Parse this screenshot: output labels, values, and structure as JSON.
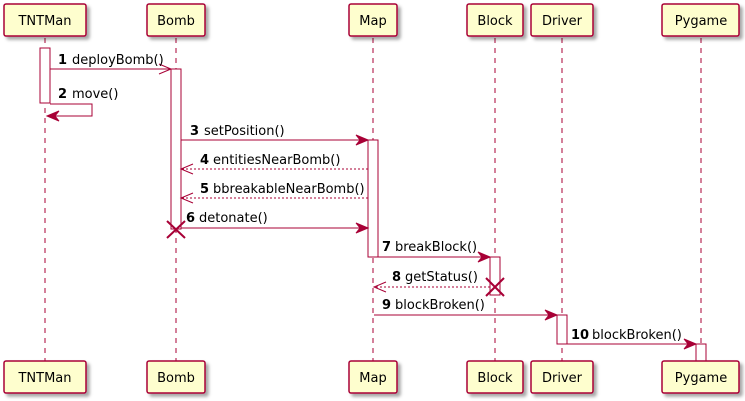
{
  "participants": [
    {
      "id": "tntman",
      "name": "TNTMan"
    },
    {
      "id": "bomb",
      "name": "Bomb"
    },
    {
      "id": "map",
      "name": "Map"
    },
    {
      "id": "block",
      "name": "Block"
    },
    {
      "id": "driver",
      "name": "Driver"
    },
    {
      "id": "pygame",
      "name": "Pygame"
    }
  ],
  "messages": [
    {
      "num": "1",
      "label": "deployBomb()",
      "from": "tntman",
      "to": "bomb",
      "style": "async"
    },
    {
      "num": "2",
      "label": "move()",
      "from": "tntman",
      "to": "tntman",
      "style": "self"
    },
    {
      "num": "3",
      "label": "setPosition()",
      "from": "bomb",
      "to": "map",
      "style": "sync"
    },
    {
      "num": "4",
      "label": "entitiesNearBomb()",
      "from": "map",
      "to": "bomb",
      "style": "return"
    },
    {
      "num": "5",
      "label": "bbreakableNearBomb()",
      "from": "map",
      "to": "bomb",
      "style": "return"
    },
    {
      "num": "6",
      "label": "detonate()",
      "from": "bomb",
      "to": "map",
      "style": "sync"
    },
    {
      "num": "7",
      "label": "breakBlock()",
      "from": "map",
      "to": "block",
      "style": "sync"
    },
    {
      "num": "8",
      "label": "getStatus()",
      "from": "block",
      "to": "map",
      "style": "return"
    },
    {
      "num": "9",
      "label": "blockBroken()",
      "from": "map",
      "to": "driver",
      "style": "sync"
    },
    {
      "num": "10",
      "label": "blockBroken()",
      "from": "driver",
      "to": "pygame",
      "style": "sync"
    }
  ],
  "colors": {
    "participant_fill": "#FEFECE",
    "participant_border": "#A80036",
    "arrow": "#A80036",
    "lifeline": "#A80036"
  }
}
